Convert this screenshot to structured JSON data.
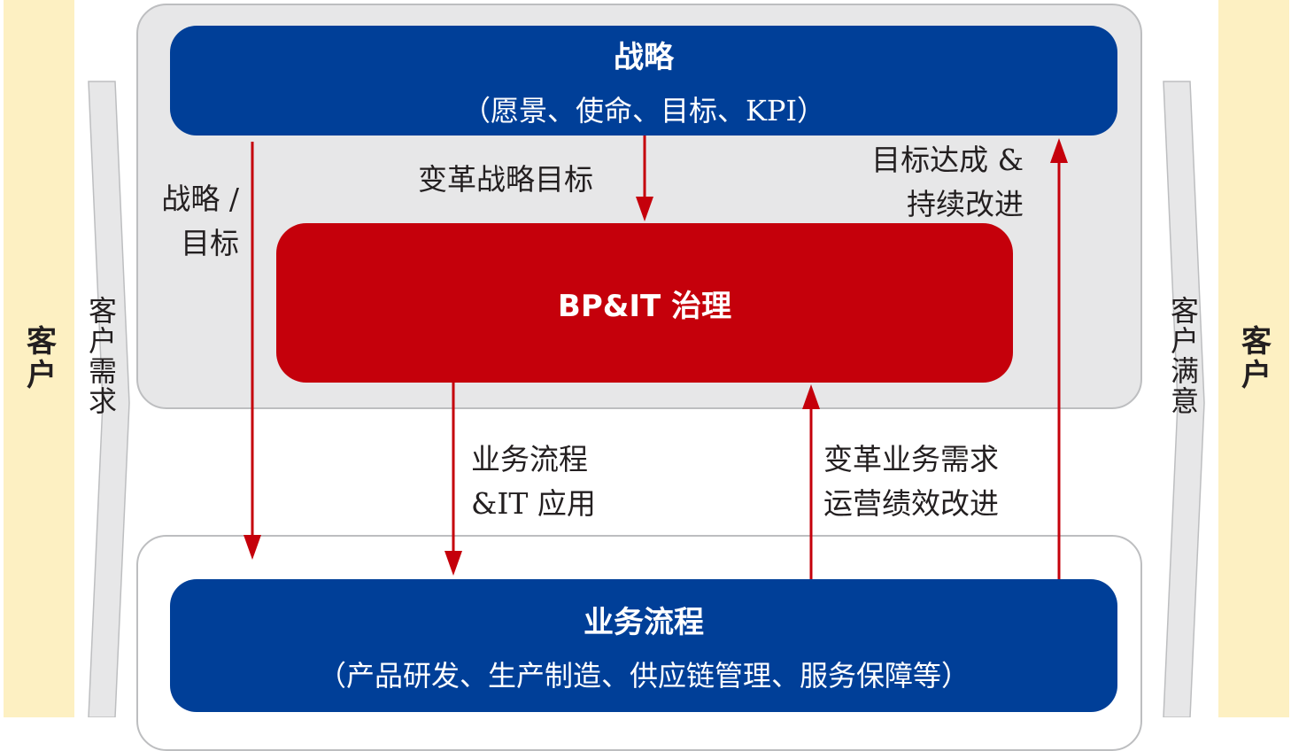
{
  "left_sidebar": {
    "label": "客户"
  },
  "right_sidebar": {
    "label": "客户"
  },
  "left_chevron": {
    "label": "客户需求"
  },
  "right_chevron": {
    "label": "客户满意"
  },
  "strategy_box": {
    "title": "战略",
    "subtitle": "（愿景、使命、目标、KPI）"
  },
  "governance_box": {
    "title": "BP&IT 治理"
  },
  "process_box": {
    "title": "业务流程",
    "subtitle": "（产品研发、生产制造、供应链管理、服务保障等）"
  },
  "arrow_labels": {
    "strategy_target": [
      "战略 /",
      "目标"
    ],
    "transformation_strategy": "变革战略目标",
    "goal_achieved": [
      "目标达成 &",
      "持续改进"
    ],
    "process_it": [
      "业务流程",
      "&IT 应用"
    ],
    "business_needs": [
      "变革业务需求",
      "运营绩效改进"
    ]
  },
  "colors": {
    "blue": "#003f98",
    "red": "#c5000b",
    "arrow": "#c5000b",
    "sidebar": "#fdf0c2",
    "panel": "#e7e7e8",
    "chevron": "#e7e7e8"
  }
}
